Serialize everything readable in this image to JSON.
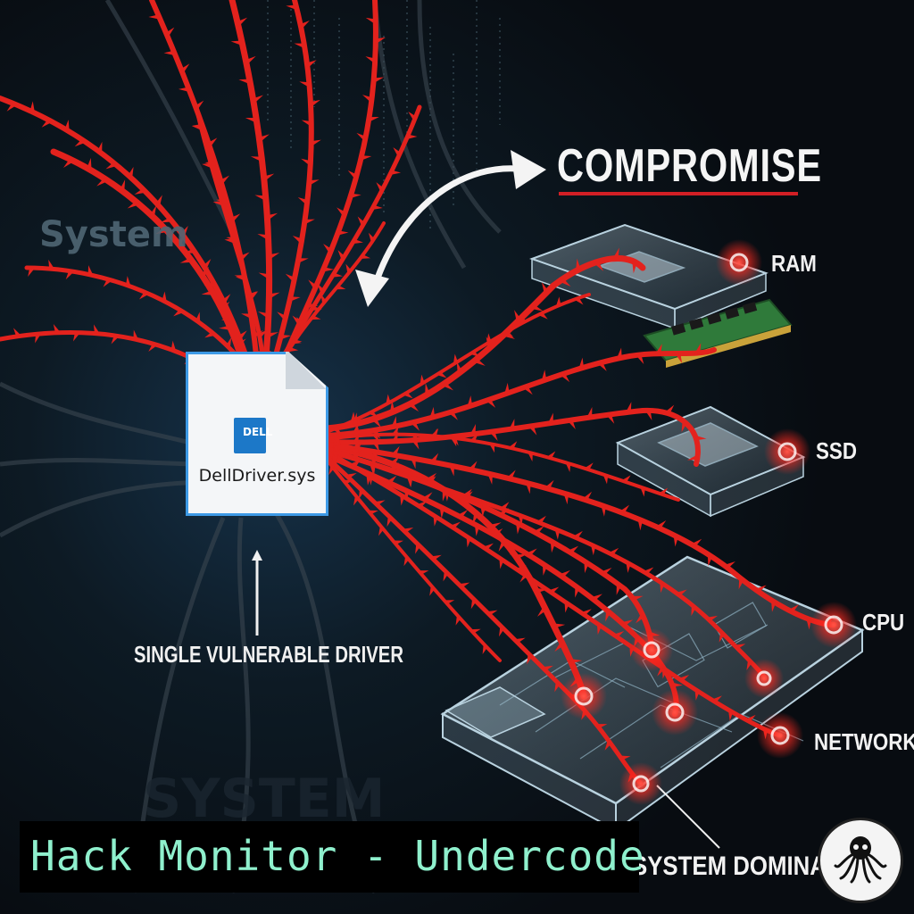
{
  "labels": {
    "system_watermark": "System",
    "compromise": "COMPROMISE",
    "ram": "RAM",
    "ssd": "SSD",
    "cpu": "CPU",
    "network": "NETWORK",
    "system_domination": "SYSTEM DOMINATI",
    "vulnerable_driver": "SINGLE VULNERABLE DRIVER"
  },
  "file": {
    "name": "DellDriver.sys",
    "icon_text": "DELL"
  },
  "footer": {
    "banner_text": "Hack Monitor - Undercode"
  },
  "colors": {
    "background": "#0a1016",
    "vine_red": "#e3221d",
    "glow_red": "#ff3a30",
    "accent_blue": "#3d9ae6",
    "banner_text": "#8ff0cd"
  }
}
